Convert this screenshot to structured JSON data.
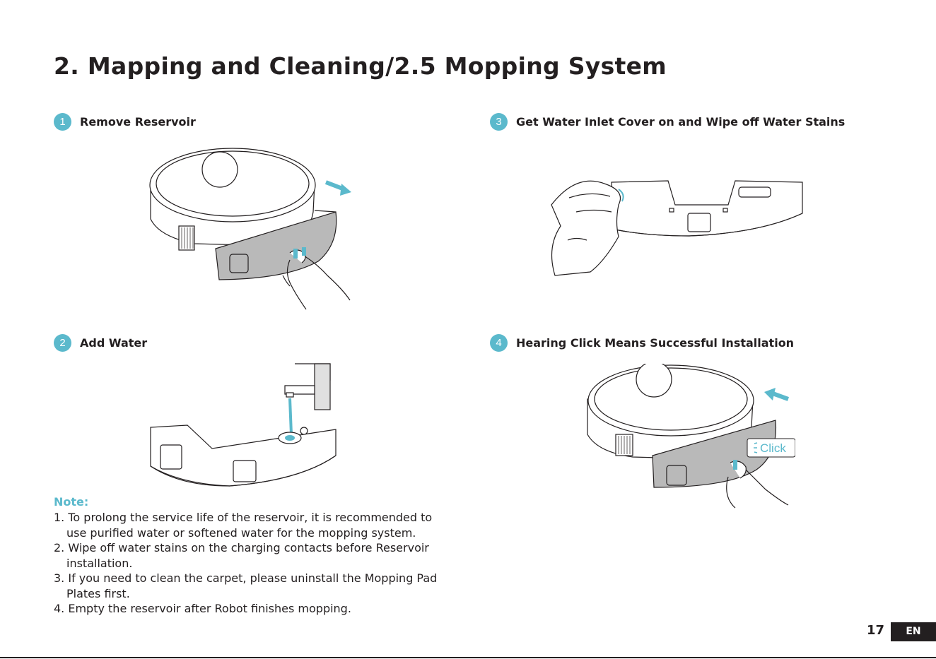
{
  "title": "2. Mapping and Cleaning/2.5 Mopping System",
  "steps": [
    {
      "number": "1",
      "title": "Remove Reservoir"
    },
    {
      "number": "2",
      "title": "Add Water"
    },
    {
      "number": "3",
      "title": "Get Water Inlet Cover on and Wipe off Water Stains"
    },
    {
      "number": "4",
      "title": "Hearing Click Means Successful Installation"
    }
  ],
  "click_label": "Click",
  "note": {
    "title": "Note:",
    "items": [
      "1. To prolong the service life of the reservoir, it is recommended to use purified water or softened water for the mopping system.",
      "2. Wipe off water stains on the charging contacts before Reservoir installation.",
      "3. If you need to clean the carpet, please uninstall the Mopping Pad Plates first.",
      "4. Empty the reservoir after Robot finishes mopping."
    ]
  },
  "page_number": "17",
  "language": "EN",
  "colors": {
    "accent": "#5bb9cc",
    "text": "#231f20",
    "reservoir_gray": "#b9b9b9"
  }
}
